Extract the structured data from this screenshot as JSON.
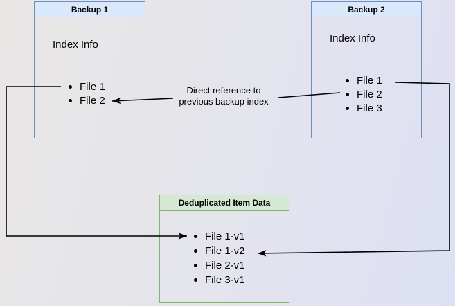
{
  "diagram": {
    "backup1": {
      "title": "Backup 1",
      "body_label": "Index Info",
      "items": [
        "File 1",
        "File 2"
      ]
    },
    "backup2": {
      "title": "Backup 2",
      "body_label": "Index Info",
      "items": [
        "File 1",
        "File 2",
        "File 3"
      ]
    },
    "dedup": {
      "title": "Deduplicated Item Data",
      "items": [
        "File 1-v1",
        "File 1-v2",
        "File 2-v1",
        "File 3-v1"
      ]
    },
    "edge_label": {
      "line1": "Direct reference to",
      "line2": "previous backup index"
    },
    "colors": {
      "blue_border": "#6c8ebf",
      "blue_header_fill": "#dae8fc",
      "green_border": "#82b366",
      "green_header_fill": "#d5e8d4",
      "arrow": "#000000",
      "background_start": "#e9e7e5",
      "background_end": "#dde0f5"
    }
  }
}
